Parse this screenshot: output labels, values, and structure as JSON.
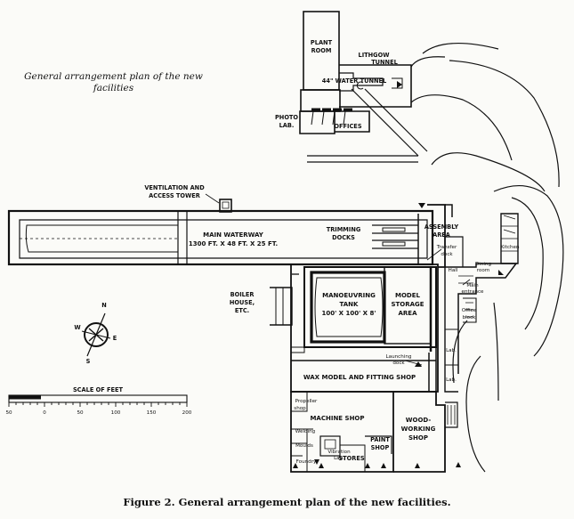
{
  "caption_top": [
    "General arrangement plan of the new",
    "facilities"
  ],
  "figure_caption": "Figure 2. General arrangement plan of the new facilities.",
  "labels": {
    "plant_room": [
      "PLANT",
      "ROOM"
    ],
    "lithgow": [
      "LITHGOW",
      "TUNNEL"
    ],
    "water_tunnel": "44\" WATER TUNNEL",
    "photo_lab": [
      "PHOTO",
      "LAB."
    ],
    "offices": "OFFICES",
    "vent_tower": [
      "VENTILATION AND",
      "ACCESS TOWER"
    ],
    "main_waterway": [
      "MAIN WATERWAY",
      "1300 FT. X 48 FT. X 25 FT."
    ],
    "trimming_docks": [
      "TRIMMING",
      "DOCKS"
    ],
    "assembly": [
      "ASSEMBLY",
      "AREA"
    ],
    "transfer_dock": [
      "Transfer",
      "dock"
    ],
    "kitchen": "Kitchen",
    "dining": [
      "Dining",
      "room"
    ],
    "hall": "Hall",
    "main_entrance": [
      "Main",
      "entrance"
    ],
    "office_block": [
      "Office",
      "block"
    ],
    "boiler": [
      "BOILER",
      "HOUSE,",
      "ETC."
    ],
    "manoeuvring": [
      "MANOEUVRING",
      "TANK",
      "100' X 100' X 8'"
    ],
    "model_storage": [
      "MODEL",
      "STORAGE",
      "AREA"
    ],
    "lab1": "Lab.",
    "lab2": "Lab.",
    "launching": [
      "Launching",
      "dock"
    ],
    "wax_model": "WAX MODEL AND FITTING SHOP",
    "propeller": [
      "Propeller",
      "shop"
    ],
    "machine_shop": "MACHINE SHOP",
    "welding": "Welding",
    "moulds": "Moulds",
    "vibration": [
      "Vibration",
      "Lab."
    ],
    "stores": "STORES",
    "foundry": "Foundry",
    "paint_shop": [
      "PAINT",
      "SHOP"
    ],
    "woodworking": [
      "WOOD-",
      "WORKING",
      "SHOP"
    ]
  },
  "compass": {
    "n": "N",
    "s": "S",
    "e": "E",
    "w": "W"
  },
  "scale": {
    "title": "SCALE OF FEET",
    "ticks": [
      "50",
      "0",
      "50",
      "100",
      "150",
      "200"
    ]
  }
}
